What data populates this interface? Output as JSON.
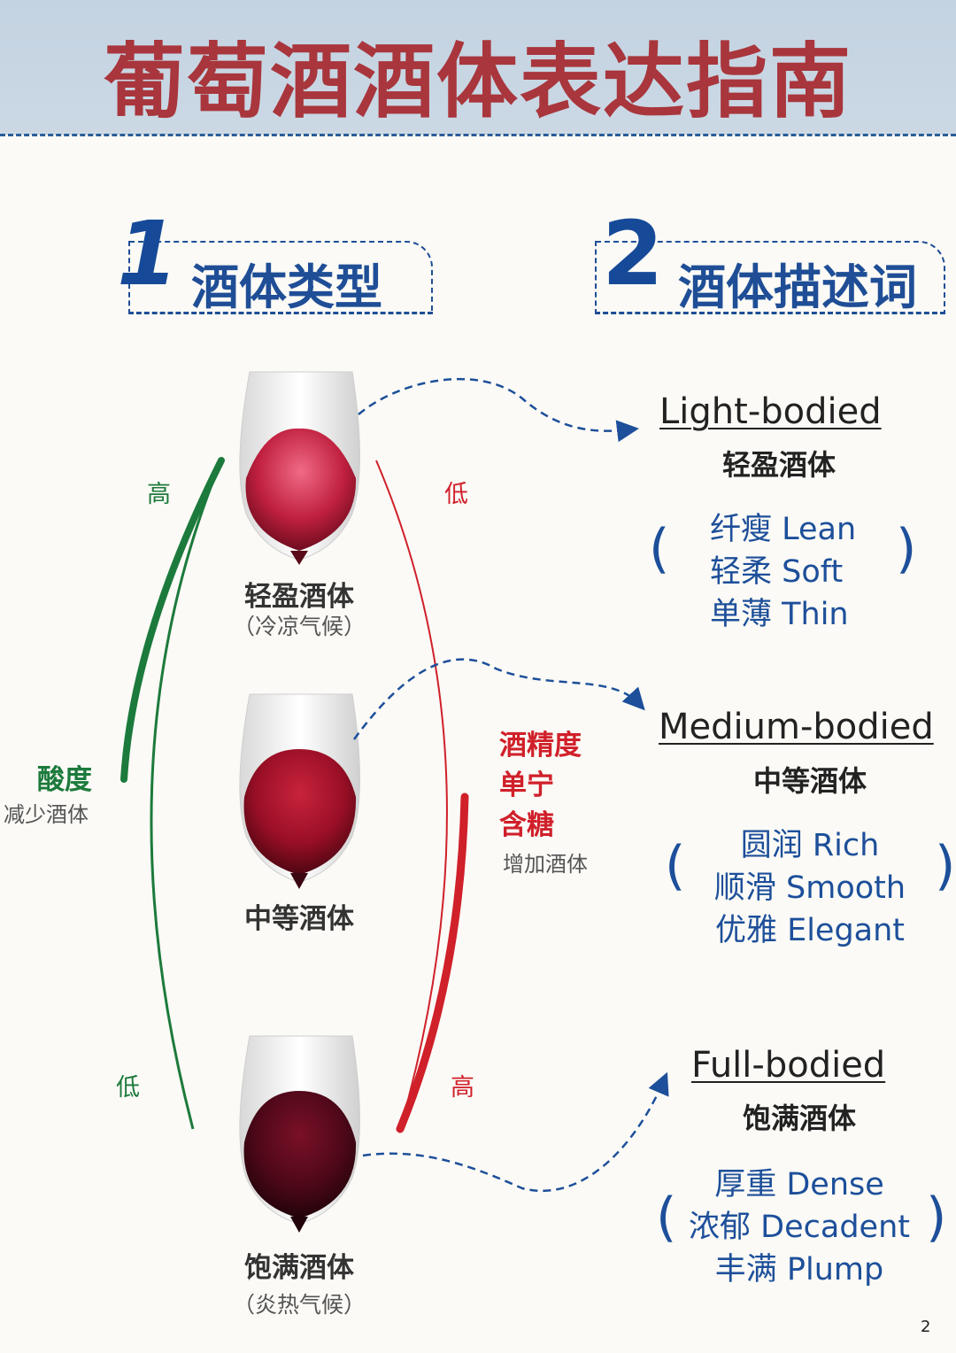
{
  "title": "葡萄酒酒体表达指南",
  "sections": [
    {
      "number": "1",
      "label": "酒体类型"
    },
    {
      "number": "2",
      "label": "酒体描述词"
    }
  ],
  "glasses": [
    {
      "label": "轻盈酒体",
      "sub": "（冷凉气候）"
    },
    {
      "label": "中等酒体",
      "sub": ""
    },
    {
      "label": "饱满酒体",
      "sub": "（炎热气候）"
    }
  ],
  "acidity": {
    "title": "酸度",
    "note": "减少酒体",
    "high": "高",
    "low": "低",
    "color": "#1c7a3c"
  },
  "alcohol": {
    "lines": [
      "酒精度",
      "单宁",
      "含糖"
    ],
    "note": "增加酒体",
    "high": "高",
    "low": "低",
    "color": "#d0202a"
  },
  "bodies": [
    {
      "en": "Light-bodied",
      "cn": "轻盈酒体",
      "descriptors": [
        "纤瘦 Lean",
        "轻柔 Soft",
        "单薄 Thin"
      ]
    },
    {
      "en": "Medium-bodied",
      "cn": "中等酒体",
      "descriptors": [
        "圆润 Rich",
        "顺滑 Smooth",
        "优雅 Elegant"
      ]
    },
    {
      "en": "Full-bodied",
      "cn": "饱满酒体",
      "descriptors": [
        "厚重 Dense",
        "浓郁 Decadent",
        "丰满 Plump"
      ]
    }
  ],
  "brackets": {
    "open": "(",
    "close": ")"
  },
  "page_number": "2",
  "colors": {
    "title": "#a8363c",
    "blue": "#1d4f9a",
    "header_bg": "#c9d6e3"
  }
}
